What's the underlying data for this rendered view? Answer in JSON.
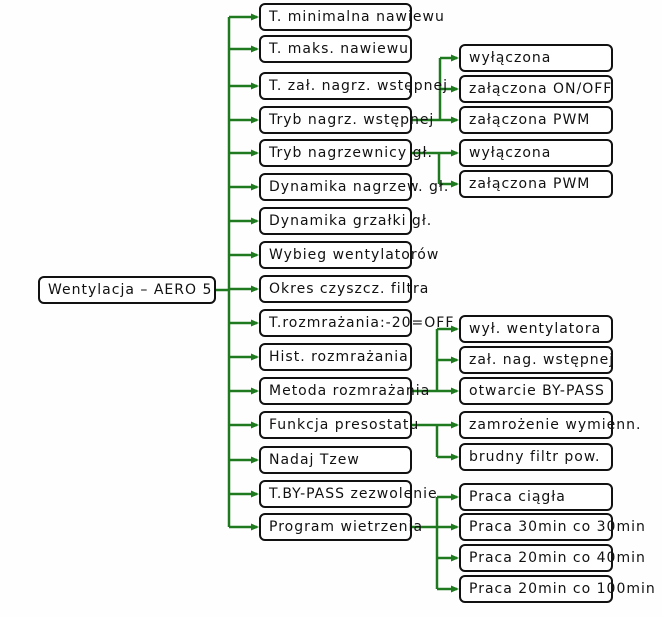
{
  "diagram": {
    "title": "Wentylacja – AERO 5",
    "connector_color": "#1f7a1f",
    "root": {
      "label": "Wentylacja – AERO 5"
    },
    "items": [
      {
        "label": "T. minimalna nawiewu",
        "children": []
      },
      {
        "label": "T. maks. nawiewu",
        "children": []
      },
      {
        "label": "T. zał. nagrz. wstępnej",
        "children": []
      },
      {
        "label": "Tryb nagrz. wstępnej",
        "children": [
          "wyłączona",
          "załączona ON/OFF",
          "załączona PWM"
        ]
      },
      {
        "label": "Tryb nagrzewnicy gł.",
        "children": [
          "wyłączona",
          "załączona PWM"
        ]
      },
      {
        "label": "Dynamika nagrzew. gł.",
        "children": []
      },
      {
        "label": "Dynamika grzałki gł.",
        "children": []
      },
      {
        "label": "Wybieg wentylatorów",
        "children": []
      },
      {
        "label": "Okres czyszcz. filtra",
        "children": []
      },
      {
        "label": "T.rozmrażania:-20=OFF",
        "children": []
      },
      {
        "label": "Hist. rozmrażania",
        "children": []
      },
      {
        "label": "Metoda rozmrażania",
        "children": [
          "wył. wentylatora",
          "zał. nag. wstępnej",
          "otwarcie BY-PASS"
        ]
      },
      {
        "label": "Funkcja presostatu",
        "children": [
          "zamrożenie wymienn.",
          "brudny filtr pow."
        ]
      },
      {
        "label": "Nadaj Tzew",
        "children": []
      },
      {
        "label": "T.BY-PASS zezwolenie",
        "children": []
      },
      {
        "label": "Program wietrzenia",
        "children": [
          "Praca ciągła",
          "Praca 30min co 30min",
          "Praca 20min co 40min",
          "Praca 20min co 100min"
        ]
      }
    ]
  }
}
